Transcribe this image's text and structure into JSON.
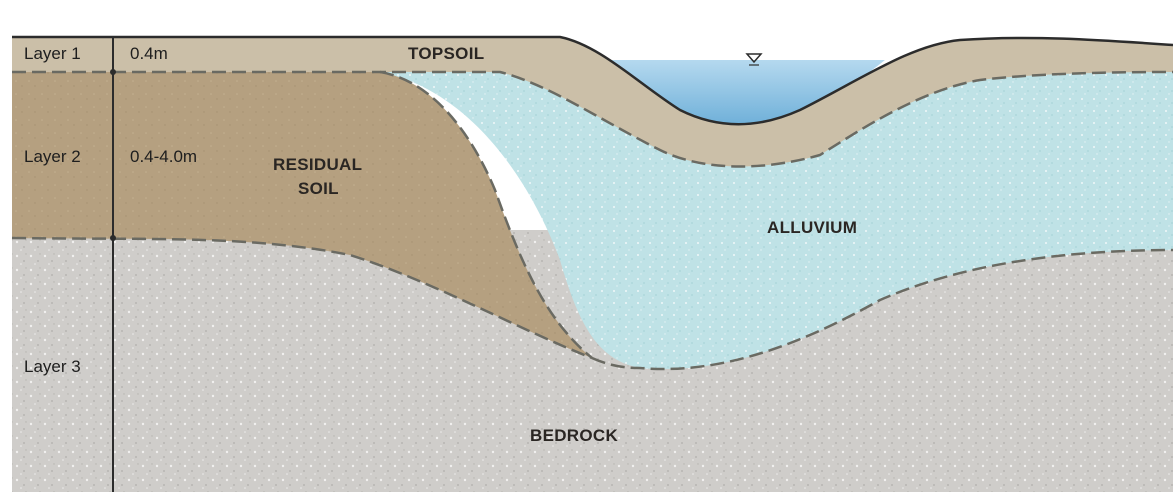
{
  "diagram": {
    "layers": [
      {
        "label": "Layer 1",
        "depth": "0.4m"
      },
      {
        "label": "Layer 2",
        "depth": "0.4-4.0m"
      },
      {
        "label": "Layer 3",
        "depth": ""
      }
    ],
    "zones": {
      "topsoil": "TOPSOIL",
      "residual_line1": "RESIDUAL",
      "residual_line2": "SOIL",
      "alluvium": "ALLUVIUM",
      "bedrock": "BEDROCK"
    },
    "colors": {
      "topsoil": "#cbbfa8",
      "residual_soil": "#b5a080",
      "alluvium": "#bfe2e6",
      "bedrock": "#cfcdca",
      "water": "#8fc4e4",
      "boundary": "#6a6a62"
    }
  }
}
